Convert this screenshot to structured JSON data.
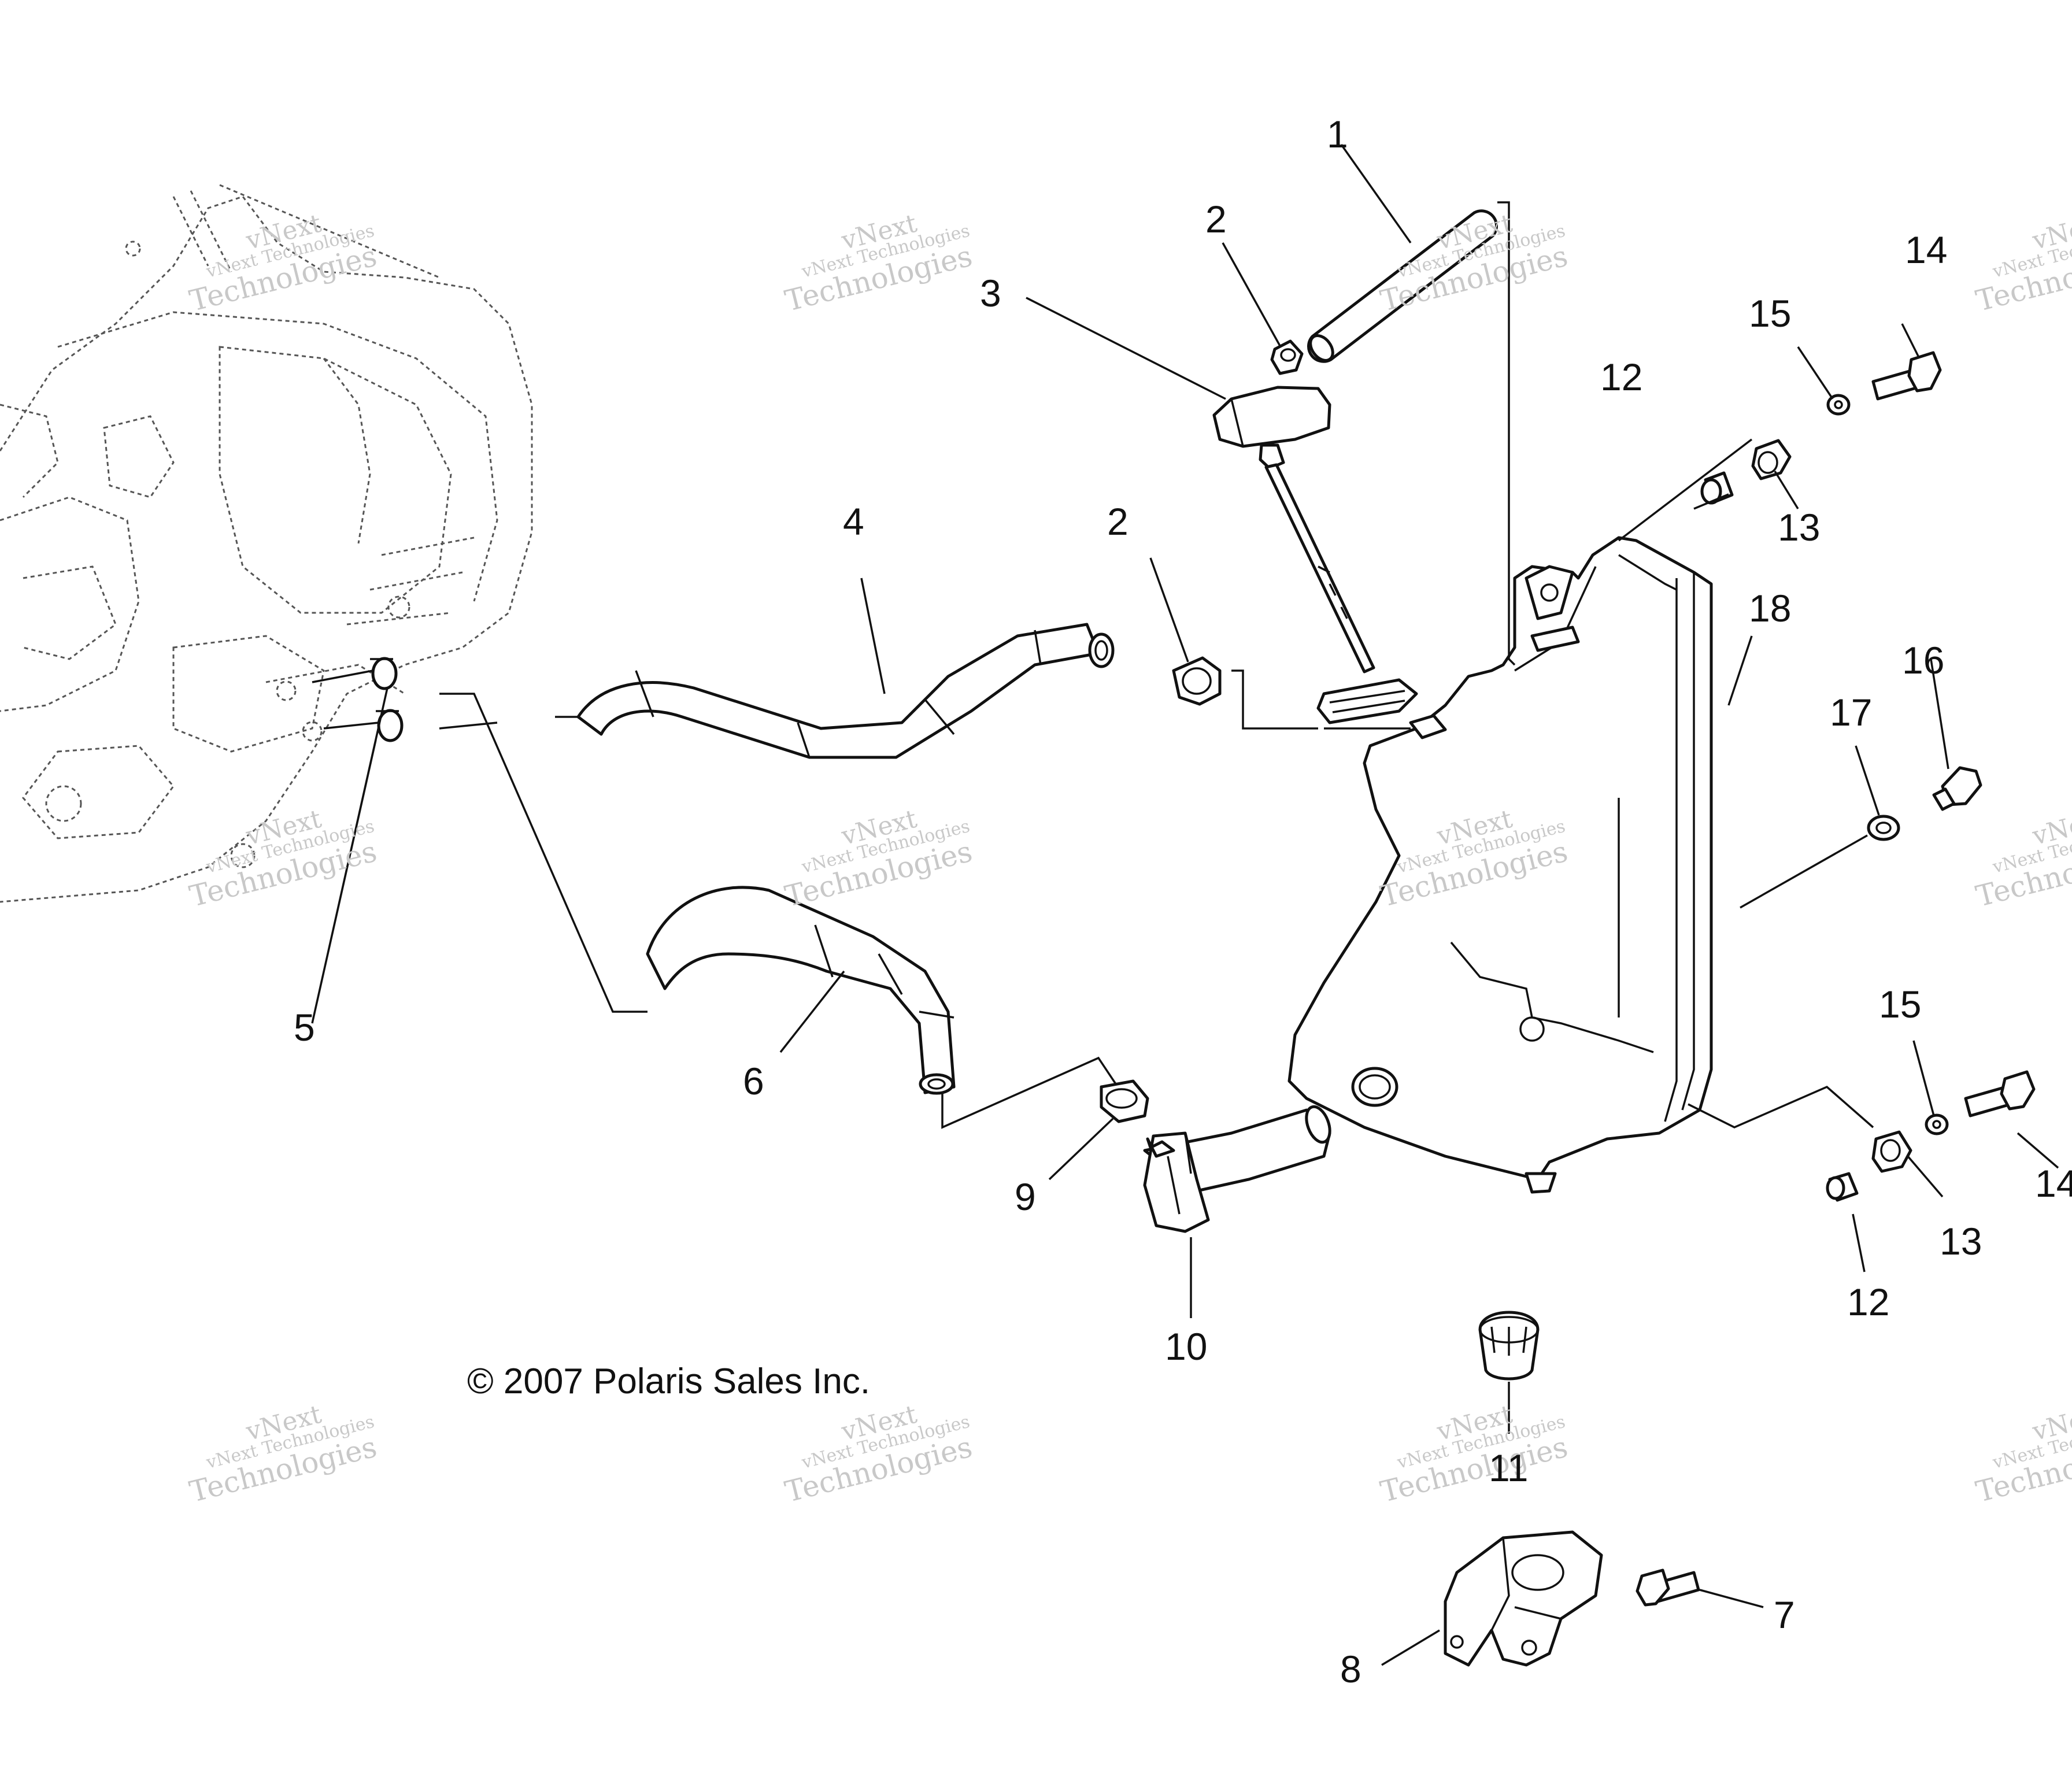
{
  "copyright": "© 2007 Polaris Sales Inc.",
  "watermark": {
    "line1": "vNext Technologies",
    "line2": "vNext",
    "line3": "Technologies"
  },
  "callouts": {
    "c1": "1",
    "c2a": "2",
    "c2b": "2",
    "c3": "3",
    "c4": "4",
    "c5": "5",
    "c6": "6",
    "c7": "7",
    "c8": "8",
    "c9": "9",
    "c10": "10",
    "c11": "11",
    "c12a": "12",
    "c12b": "12",
    "c13a": "13",
    "c13b": "13",
    "c14a": "14",
    "c14b": "14",
    "c15a": "15",
    "c15b": "15",
    "c16": "16",
    "c17": "17",
    "c18": "18"
  }
}
